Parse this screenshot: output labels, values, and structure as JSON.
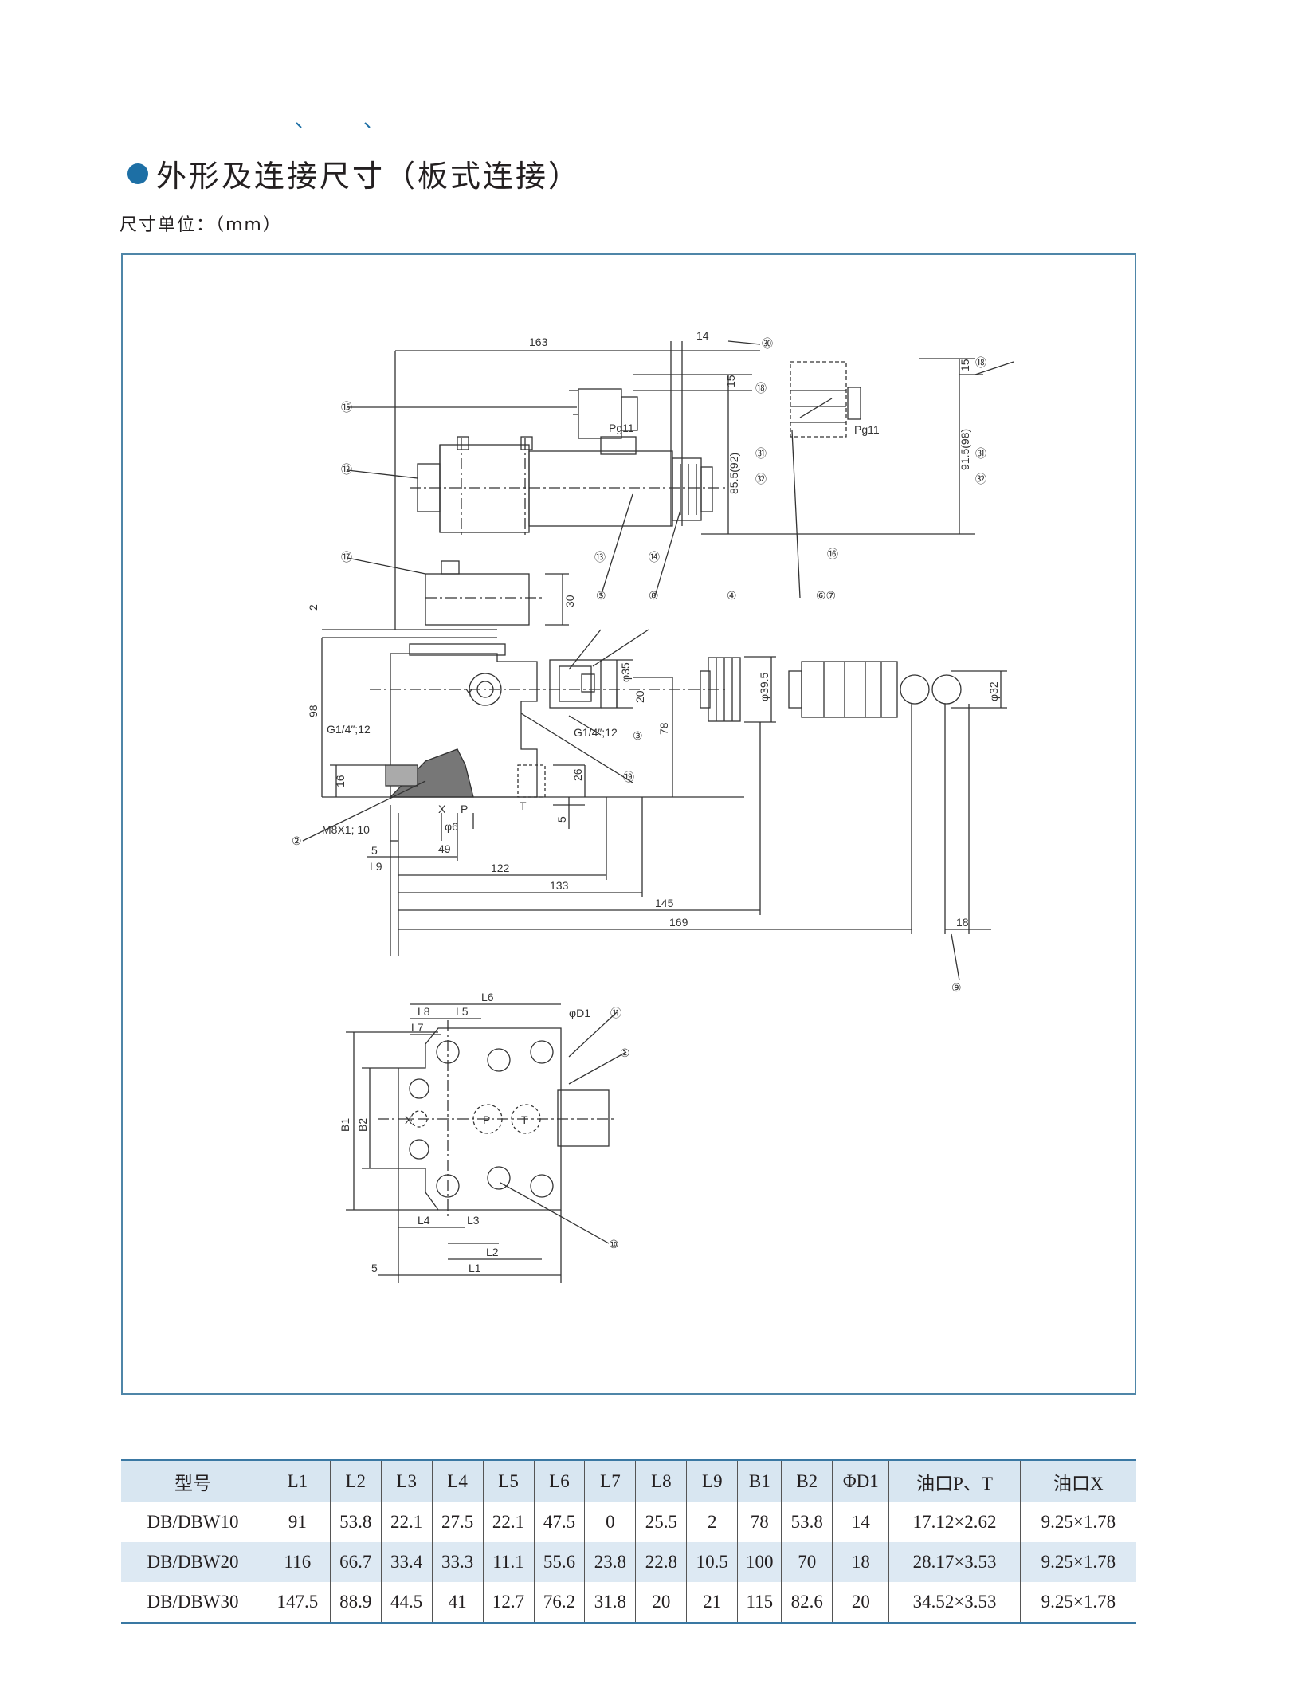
{
  "page": {
    "title": "外形及连接尺寸（板式连接）",
    "unit_note": "尺寸单位：（mm）"
  },
  "drawing": {
    "top_view": {
      "dims": [
        "163",
        "14",
        "15",
        "85.5(92)",
        "15",
        "91.5(98)",
        "30"
      ],
      "callouts": [
        "⑮",
        "⑫",
        "⑰",
        "⑬",
        "⑭",
        "⑯",
        "⑱",
        "㉛",
        "㉜",
        "㉚",
        "⑱",
        "㉛",
        "㉜"
      ],
      "labels": [
        "Pg11",
        "Pg11"
      ]
    },
    "side_view": {
      "dims": [
        "2",
        "98",
        "16",
        "φ35",
        "20",
        "78",
        "26",
        "5",
        "φ39.5",
        "φ32",
        "5",
        "L9",
        "49",
        "122",
        "133",
        "145",
        "169",
        "18",
        "φ6"
      ],
      "callouts": [
        "⑤",
        "⑧",
        "④",
        "⑥⑦",
        "③",
        "⑲",
        "②",
        "⑨"
      ],
      "labels": [
        "G1/4″;12",
        "G1/4″;12",
        "M8X1; 10",
        "X",
        "P",
        "T",
        "Y"
      ]
    },
    "bottom_view": {
      "dims": [
        "L6",
        "L8",
        "L5",
        "L7",
        "φD1",
        "B1",
        "B2",
        "L4",
        "L3",
        "L2",
        "5",
        "L1"
      ],
      "callouts": [
        "⑪",
        "①",
        "⑩"
      ],
      "ports": [
        "X",
        "P",
        "T"
      ]
    }
  },
  "table": {
    "headers": [
      "型号",
      "L1",
      "L2",
      "L3",
      "L4",
      "L5",
      "L6",
      "L7",
      "L8",
      "L9",
      "B1",
      "B2",
      "ΦD1",
      "油口P、T",
      "油口X"
    ],
    "rows": [
      [
        "DB/DBW10",
        "91",
        "53.8",
        "22.1",
        "27.5",
        "22.1",
        "47.5",
        "0",
        "25.5",
        "2",
        "78",
        "53.8",
        "14",
        "17.12×2.62",
        "9.25×1.78"
      ],
      [
        "DB/DBW20",
        "116",
        "66.7",
        "33.4",
        "33.3",
        "11.1",
        "55.6",
        "23.8",
        "22.8",
        "10.5",
        "100",
        "70",
        "18",
        "28.17×3.53",
        "9.25×1.78"
      ],
      [
        "DB/DBW30",
        "147.5",
        "88.9",
        "44.5",
        "41",
        "12.7",
        "76.2",
        "31.8",
        "20",
        "21",
        "115",
        "82.6",
        "20",
        "34.52×3.53",
        "9.25×1.78"
      ]
    ]
  },
  "colors": {
    "accent": "#1d6fa5",
    "frame": "#4f86a8",
    "table_header_bg": "#d8e6f1",
    "table_alt_bg": "#dde9f3"
  }
}
